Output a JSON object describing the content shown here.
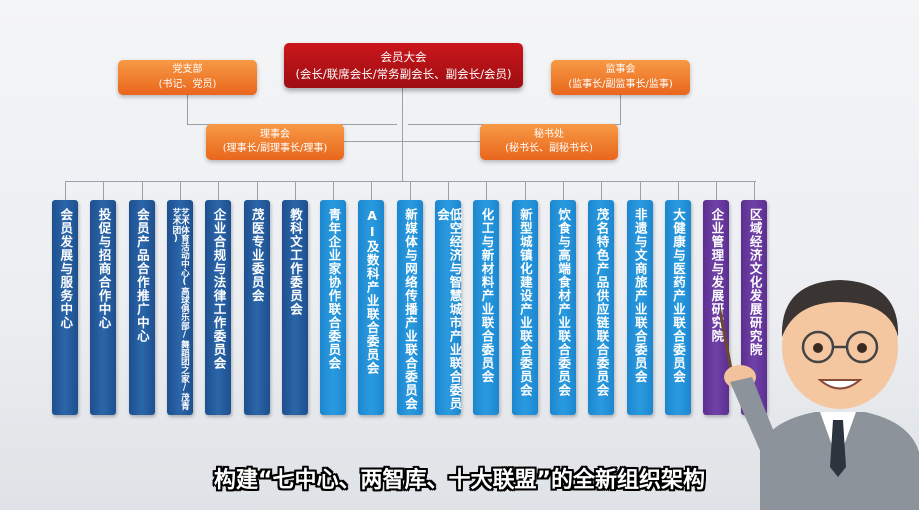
{
  "assembly": {
    "title": "会员大会",
    "subtitle": "(会长/联席会长/常务副会长、副会长/会员)"
  },
  "party_branch": {
    "title": "党支部",
    "subtitle": "(书记、党员)"
  },
  "supervisory_board": {
    "title": "监事会",
    "subtitle": "(监事长/副监事长/监事)"
  },
  "council": {
    "title": "理事会",
    "subtitle": "(理事长/副理事长/理事)"
  },
  "secretariat": {
    "title": "秘书处",
    "subtitle": "(秘书长、副秘书长)"
  },
  "units": [
    {
      "label": "会员发展与服务中心",
      "type": "dark"
    },
    {
      "label": "投促与招商合作中心",
      "type": "dark"
    },
    {
      "label": "会员产品合作推广中心",
      "type": "dark"
    },
    {
      "label": "艺术体育活动中心(高球俱乐部/舞蹈团之家/茂青艺术团)",
      "type": "dark",
      "small": true
    },
    {
      "label": "企业合规与法律工作委员会",
      "type": "dark"
    },
    {
      "label": "茂医专业委员会",
      "type": "dark"
    },
    {
      "label": "教科文工作委员会",
      "type": "dark"
    },
    {
      "label": "青年企业家协作联合委员会",
      "type": "light"
    },
    {
      "label": "AI及数科产业联合委员会",
      "type": "light"
    },
    {
      "label": "新媒体与网络传播产业联合委员会",
      "type": "light"
    },
    {
      "label": "低空经济与智慧城市产业联合委员会",
      "type": "light"
    },
    {
      "label": "化工与新材料产业联合委员会",
      "type": "light"
    },
    {
      "label": "新型城镇化建设产业联合委员会",
      "type": "light"
    },
    {
      "label": "饮食与高端食材产业联合委员会",
      "type": "light"
    },
    {
      "label": "茂名特色产品供应链联合委员会",
      "type": "light"
    },
    {
      "label": "非遗与文商旅产业联合委员会",
      "type": "light"
    },
    {
      "label": "大健康与医药产业联合委员会",
      "type": "light"
    },
    {
      "label": "企业管理与发展研究院",
      "type": "purple"
    },
    {
      "label": "区域经济文化发展研究院",
      "type": "purple"
    }
  ],
  "caption": "构建“七中心、两智库、十大联盟”的全新组织架构"
}
